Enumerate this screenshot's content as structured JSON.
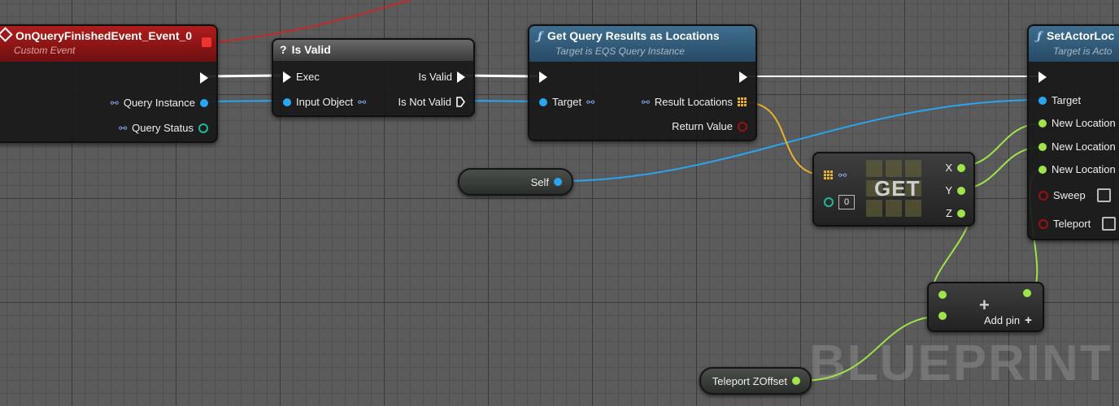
{
  "watermark": "BLUEPRINT",
  "nodes": {
    "on_query_finished": {
      "title": "OnQueryFinishedEvent_Event_0",
      "subtitle": "Custom Event",
      "pins": {
        "query_instance": "Query Instance",
        "query_status": "Query Status"
      }
    },
    "is_valid": {
      "title": "Is Valid",
      "title_icon": "?",
      "pins": {
        "exec": "Exec",
        "input_object": "Input Object",
        "is_valid": "Is Valid",
        "is_not_valid": "Is Not Valid"
      }
    },
    "get_query_results": {
      "title": "Get Query Results as Locations",
      "subtitle": "Target is EQS Query Instance",
      "pins": {
        "target": "Target",
        "result_locations": "Result Locations",
        "return_value": "Return Value"
      }
    },
    "set_actor_location": {
      "title": "SetActorLoc",
      "subtitle": "Target is Acto",
      "pins": {
        "target": "Target",
        "new_location_x": "New Location",
        "new_location_y": "New Location",
        "new_location_z": "New Location",
        "sweep": "Sweep",
        "teleport": "Teleport"
      }
    },
    "self_ref": {
      "label": "Self"
    },
    "get_array": {
      "label": "GET",
      "index": "0",
      "pins": {
        "x": "X",
        "y": "Y",
        "z": "Z"
      }
    },
    "add_node": {
      "symbol": "+",
      "add_pin_label": "Add pin",
      "add_pin_icon": "+"
    },
    "teleport_offset": {
      "label": "Teleport ZOffset"
    }
  },
  "icons": {
    "function": "ƒ",
    "object_ref": "object-ref-icon",
    "array": "array-grid-icon"
  },
  "colors": {
    "event_header": "#b01c1c",
    "function_header": "#3f6e8e",
    "exec_wire": "#ffffff",
    "object_wire": "#29a6f2",
    "float_wire": "#9ee44a",
    "array_wire": "#e8b32a",
    "red_wire": "#c62828"
  }
}
